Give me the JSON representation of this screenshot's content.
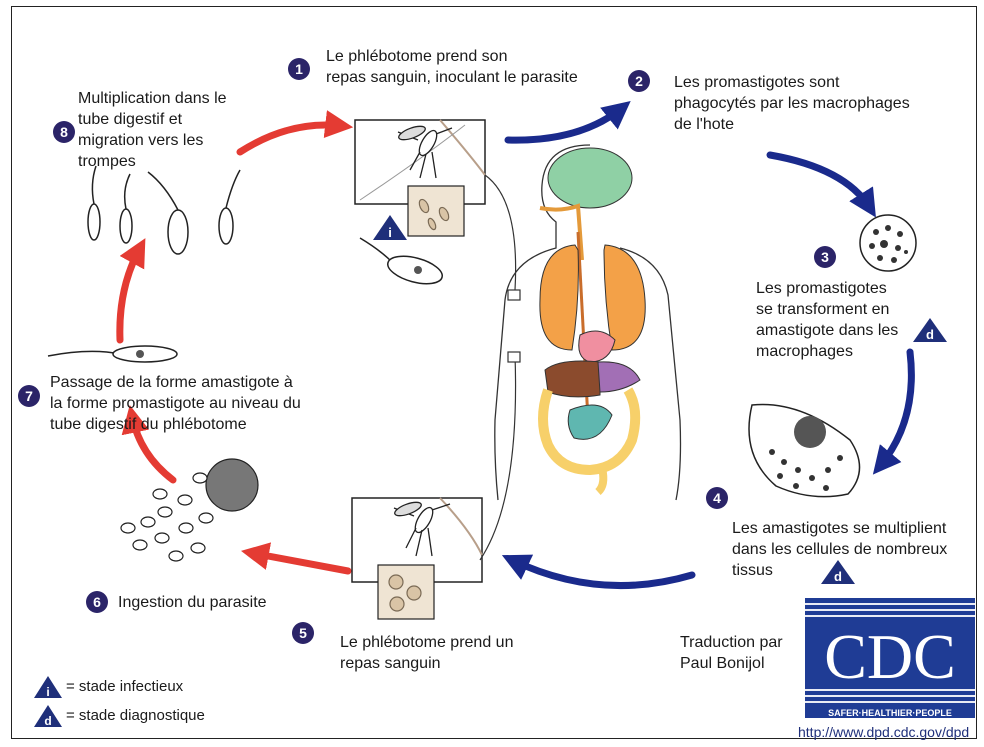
{
  "steps": [
    {
      "n": "1",
      "text": [
        "Le phlébotome prend son",
        "repas sanguin, inoculant le parasite"
      ]
    },
    {
      "n": "2",
      "text": [
        "Les promastigotes sont",
        "phagocytés par les macrophages",
        "de l'hote"
      ]
    },
    {
      "n": "3",
      "text": [
        "Les promastigotes",
        "se transforment en",
        "amastigote dans les",
        "macrophages"
      ]
    },
    {
      "n": "4",
      "text": [
        "Les amastigotes se multiplient",
        "dans les cellules de nombreux",
        "tissus"
      ]
    },
    {
      "n": "5",
      "text": [
        "Le phlébotome prend un",
        "repas sanguin"
      ]
    },
    {
      "n": "6",
      "text": [
        "Ingestion du parasite"
      ]
    },
    {
      "n": "7",
      "text": [
        "Passage de la forme amastigote à",
        "la forme promastigote au niveau du",
        "tube digestif du phlébotome"
      ]
    },
    {
      "n": "8",
      "text": [
        "Multiplication dans le",
        "tube digestif et",
        "migration vers les",
        "trompes"
      ]
    }
  ],
  "legend": {
    "infectious": {
      "letter": "i",
      "label": "= stade infectieux"
    },
    "diagnostic": {
      "letter": "d",
      "label": "= stade diagnostique"
    }
  },
  "credit": [
    "Traduction par",
    "Paul Bonijol"
  ],
  "logo": {
    "letters": "CDC",
    "tagline": "SAFER·HEALTHIER·PEOPLE"
  },
  "url": "http://www.dpd.cdc.gov/dpd",
  "colors": {
    "human_cycle": "#1a2a8c",
    "vector_cycle": "#e43b33",
    "badge": "#2b2468",
    "logo_blue": "#1f3c95"
  }
}
